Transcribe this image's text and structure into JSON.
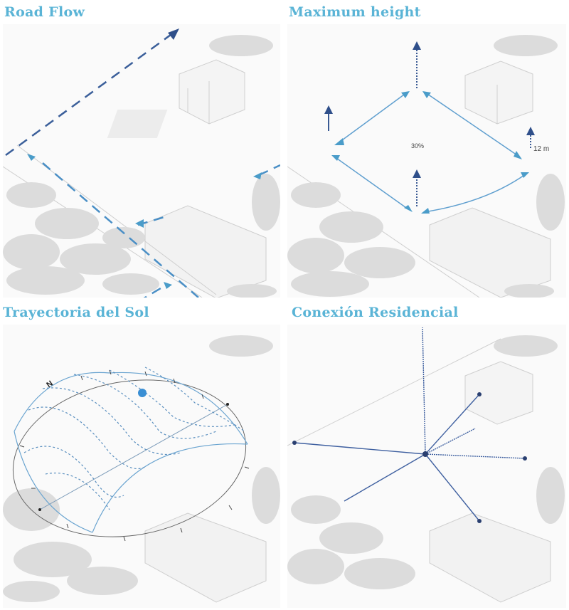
{
  "panels": [
    {
      "id": "road-flow",
      "title": "Road Flow"
    },
    {
      "id": "maximum-height",
      "title": "Maximum height",
      "labels": {
        "coverage": "30%",
        "height": "12 m"
      }
    },
    {
      "id": "sun-path",
      "title": "Trayectoria del Sol",
      "labels": {
        "north": "N"
      }
    },
    {
      "id": "residential-connection",
      "title": "Conexión Residencial"
    }
  ],
  "colors": {
    "title": "#5ab4d6",
    "arrow_dark": "#2f4f8a",
    "arrow_light": "#4a9cc9",
    "line_blue": "#5f9fcf",
    "sun": "#3a8fd4",
    "background_drawing": "#c8c8c8"
  }
}
